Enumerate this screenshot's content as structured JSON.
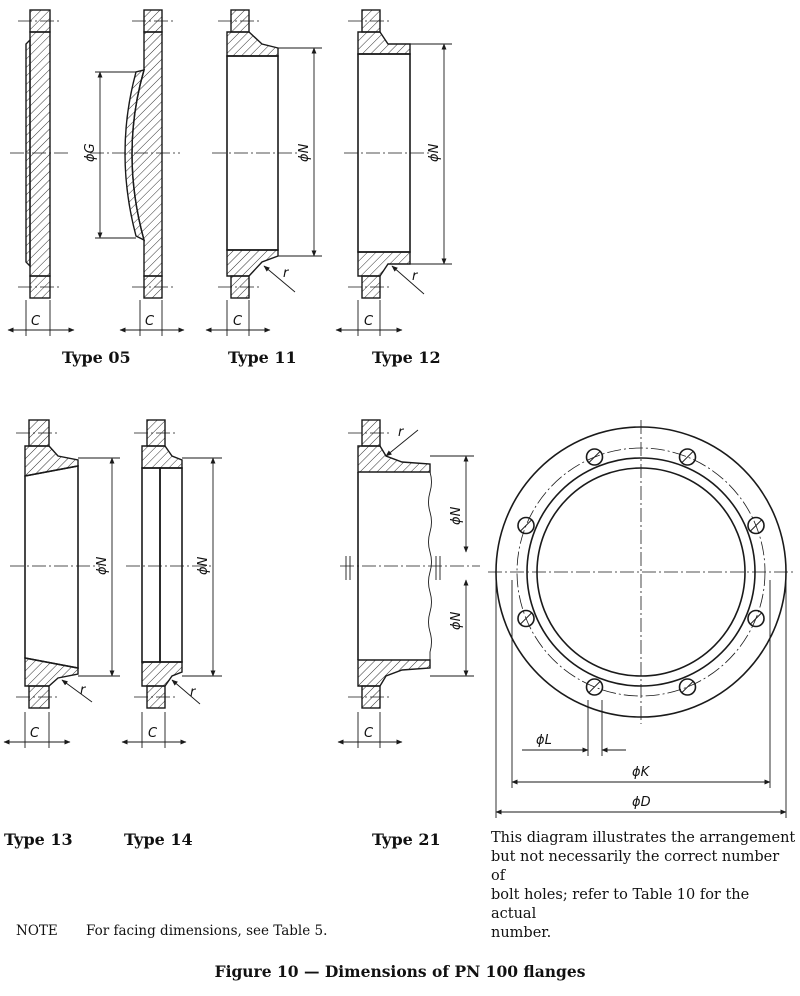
{
  "dimensions": {
    "c": "C",
    "g": "ϕG",
    "n": "ϕN",
    "r": "r",
    "l": "ϕL",
    "k": "ϕK",
    "d": "ϕD"
  },
  "captions": {
    "type05": "Type 05",
    "type11": "Type 11",
    "type12": "Type 12",
    "type13": "Type 13",
    "type14": "Type 14",
    "type21": "Type 21"
  },
  "bolt_note": {
    "line1": "This diagram illustrates the arrangement",
    "line2": "but not necessarily the correct number of",
    "line3": "bolt holes; refer to Table 10 for the actual",
    "line4": "number."
  },
  "note": {
    "label": "NOTE",
    "text": "For facing dimensions, see Table 5."
  },
  "figure_title": "Figure 10 — Dimensions of PN 100 flanges"
}
